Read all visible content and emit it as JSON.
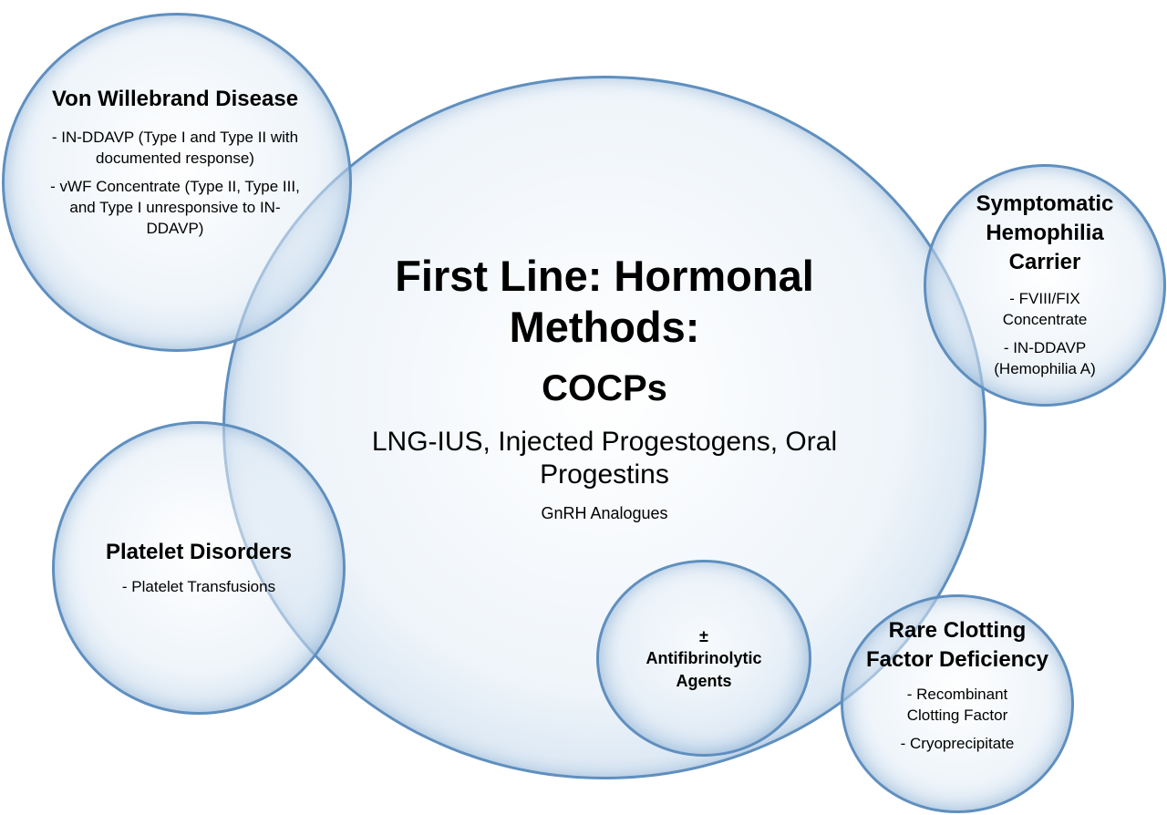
{
  "main": {
    "title": "First Line: Hormonal Methods:",
    "subtitle": "COCPs",
    "line": "LNG-IUS, Injected Progestogens, Oral Progestins",
    "small": "GnRH Analogues"
  },
  "von_willebrand": {
    "title": "Von Willebrand Disease",
    "items": [
      "- IN-DDAVP (Type I and Type II with documented response)",
      "- vWF Concentrate (Type II, Type III, and Type I unresponsive to IN-DDAVP)"
    ]
  },
  "hemophilia": {
    "title": "Symptomatic Hemophilia Carrier",
    "items": [
      "- FVIII/FIX Concentrate",
      "- IN-DDAVP (Hemophilia A)"
    ]
  },
  "platelet": {
    "title": "Platelet Disorders",
    "items": [
      "- Platelet Transfusions"
    ]
  },
  "antifibrinolytic": {
    "symbol": "±",
    "title": "Antifibrinolytic Agents"
  },
  "rare_clotting": {
    "title": "Rare Clotting Factor Deficiency",
    "items": [
      "- Recombinant Clotting Factor",
      "- Cryoprecipitate"
    ]
  }
}
